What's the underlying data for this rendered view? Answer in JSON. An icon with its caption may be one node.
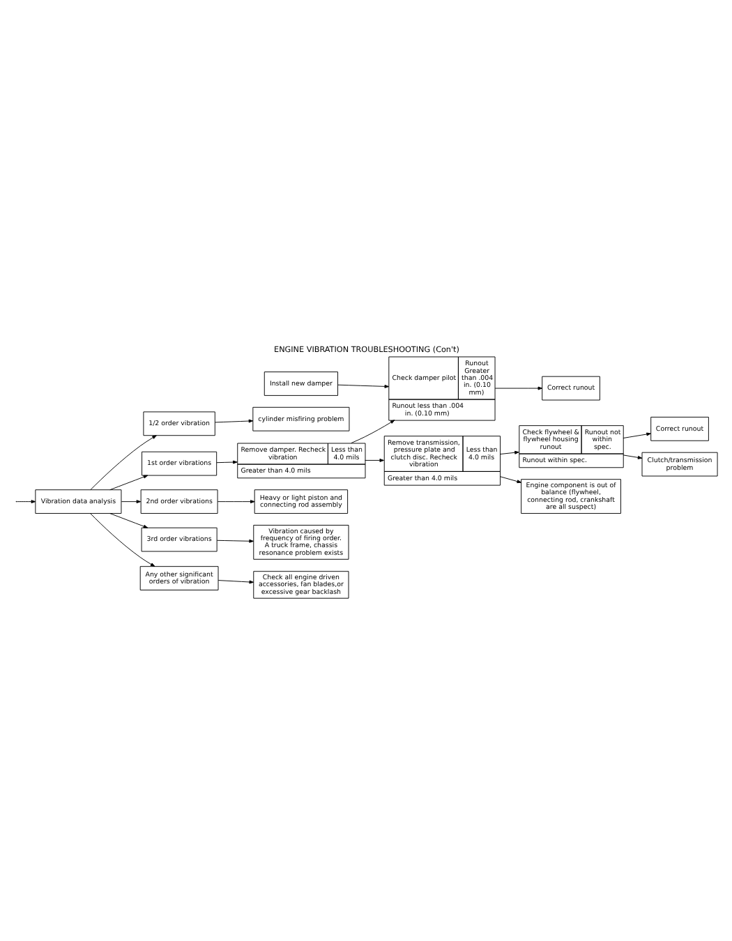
{
  "diagram": {
    "title": "ENGINE VIBRATION TROUBLESHOOTING (Con't)",
    "nodes": [
      {
        "text": [
          "Vibration data analysis"
        ]
      },
      {
        "text": [
          "1/2 order vibration"
        ]
      },
      {
        "text": [
          "cylinder misfiring problem"
        ]
      },
      {
        "text": [
          "1st order vibrations"
        ]
      },
      {
        "text": [
          "Remove damper. Recheck vibration",
          "Less than 4.0 mils",
          "Greater than 4.0 mils"
        ]
      },
      {
        "text": [
          "Check damper pilot",
          "Runout Greater than .004 in. (0.10 mm)",
          "Runout less than .004 in. (0.10 mm)"
        ]
      },
      {
        "text": [
          "Correct runout"
        ]
      },
      {
        "text": [
          "Install new damper"
        ]
      },
      {
        "text": [
          "Remove transmission, pressure plate and clutch disc. Recheck vibration",
          "Less than 4.0 mils",
          "Greater than 4.0 mils"
        ]
      },
      {
        "text": [
          "Check flywheel & flywheel housing runout",
          "Runout not within spec.",
          "Runout within spec."
        ]
      },
      {
        "text": [
          "Correct runout"
        ]
      },
      {
        "text": [
          "Clutch/transmission problem"
        ]
      },
      {
        "text": [
          "Engine component is out of balance (flywheel, connecting rod, crankshaft are all suspect)"
        ]
      },
      {
        "text": [
          "2nd order vibrations"
        ]
      },
      {
        "text": [
          "Heavy or light piston and connecting rod assembly"
        ]
      },
      {
        "text": [
          "3rd order vibrations"
        ]
      },
      {
        "text": [
          "Vibration caused by frequency of firing order. A truck frame, chassis resonance problem exists"
        ]
      },
      {
        "text": [
          "Any other significant orders of vibration"
        ]
      },
      {
        "text": [
          "Check all engine driven accessories, fan blades,or excessive gear backlash"
        ]
      }
    ],
    "edges": [
      {
        "from": null,
        "to": 0,
        "arrow": "to"
      },
      {
        "from": 0,
        "to": 1,
        "arrow": "to"
      },
      {
        "from": 1,
        "to": 2,
        "arrow": "to"
      },
      {
        "from": 0,
        "to": 3,
        "arrow": "to"
      },
      {
        "from": 3,
        "to": 4,
        "arrow": "to"
      },
      {
        "from": 4,
        "to": 5,
        "arrow": "to"
      },
      {
        "from": 5,
        "to": 6,
        "arrow": "to"
      },
      {
        "from": 7,
        "to": 5,
        "arrow": "to"
      },
      {
        "from": 4,
        "to": 8,
        "arrow": "to"
      },
      {
        "from": 8,
        "to": 9,
        "arrow": "to"
      },
      {
        "from": 9,
        "to": 10,
        "arrow": "to"
      },
      {
        "from": 9,
        "to": 11,
        "arrow": "to"
      },
      {
        "from": 8,
        "to": 12,
        "arrow": "to"
      },
      {
        "from": 0,
        "to": 13,
        "arrow": "to"
      },
      {
        "from": 13,
        "to": 14,
        "arrow": "to"
      },
      {
        "from": 0,
        "to": 15,
        "arrow": "to"
      },
      {
        "from": 15,
        "to": 16,
        "arrow": "to"
      },
      {
        "from": 0,
        "to": 17,
        "arrow": "to"
      },
      {
        "from": 17,
        "to": 18,
        "arrow": "to"
      }
    ]
  }
}
